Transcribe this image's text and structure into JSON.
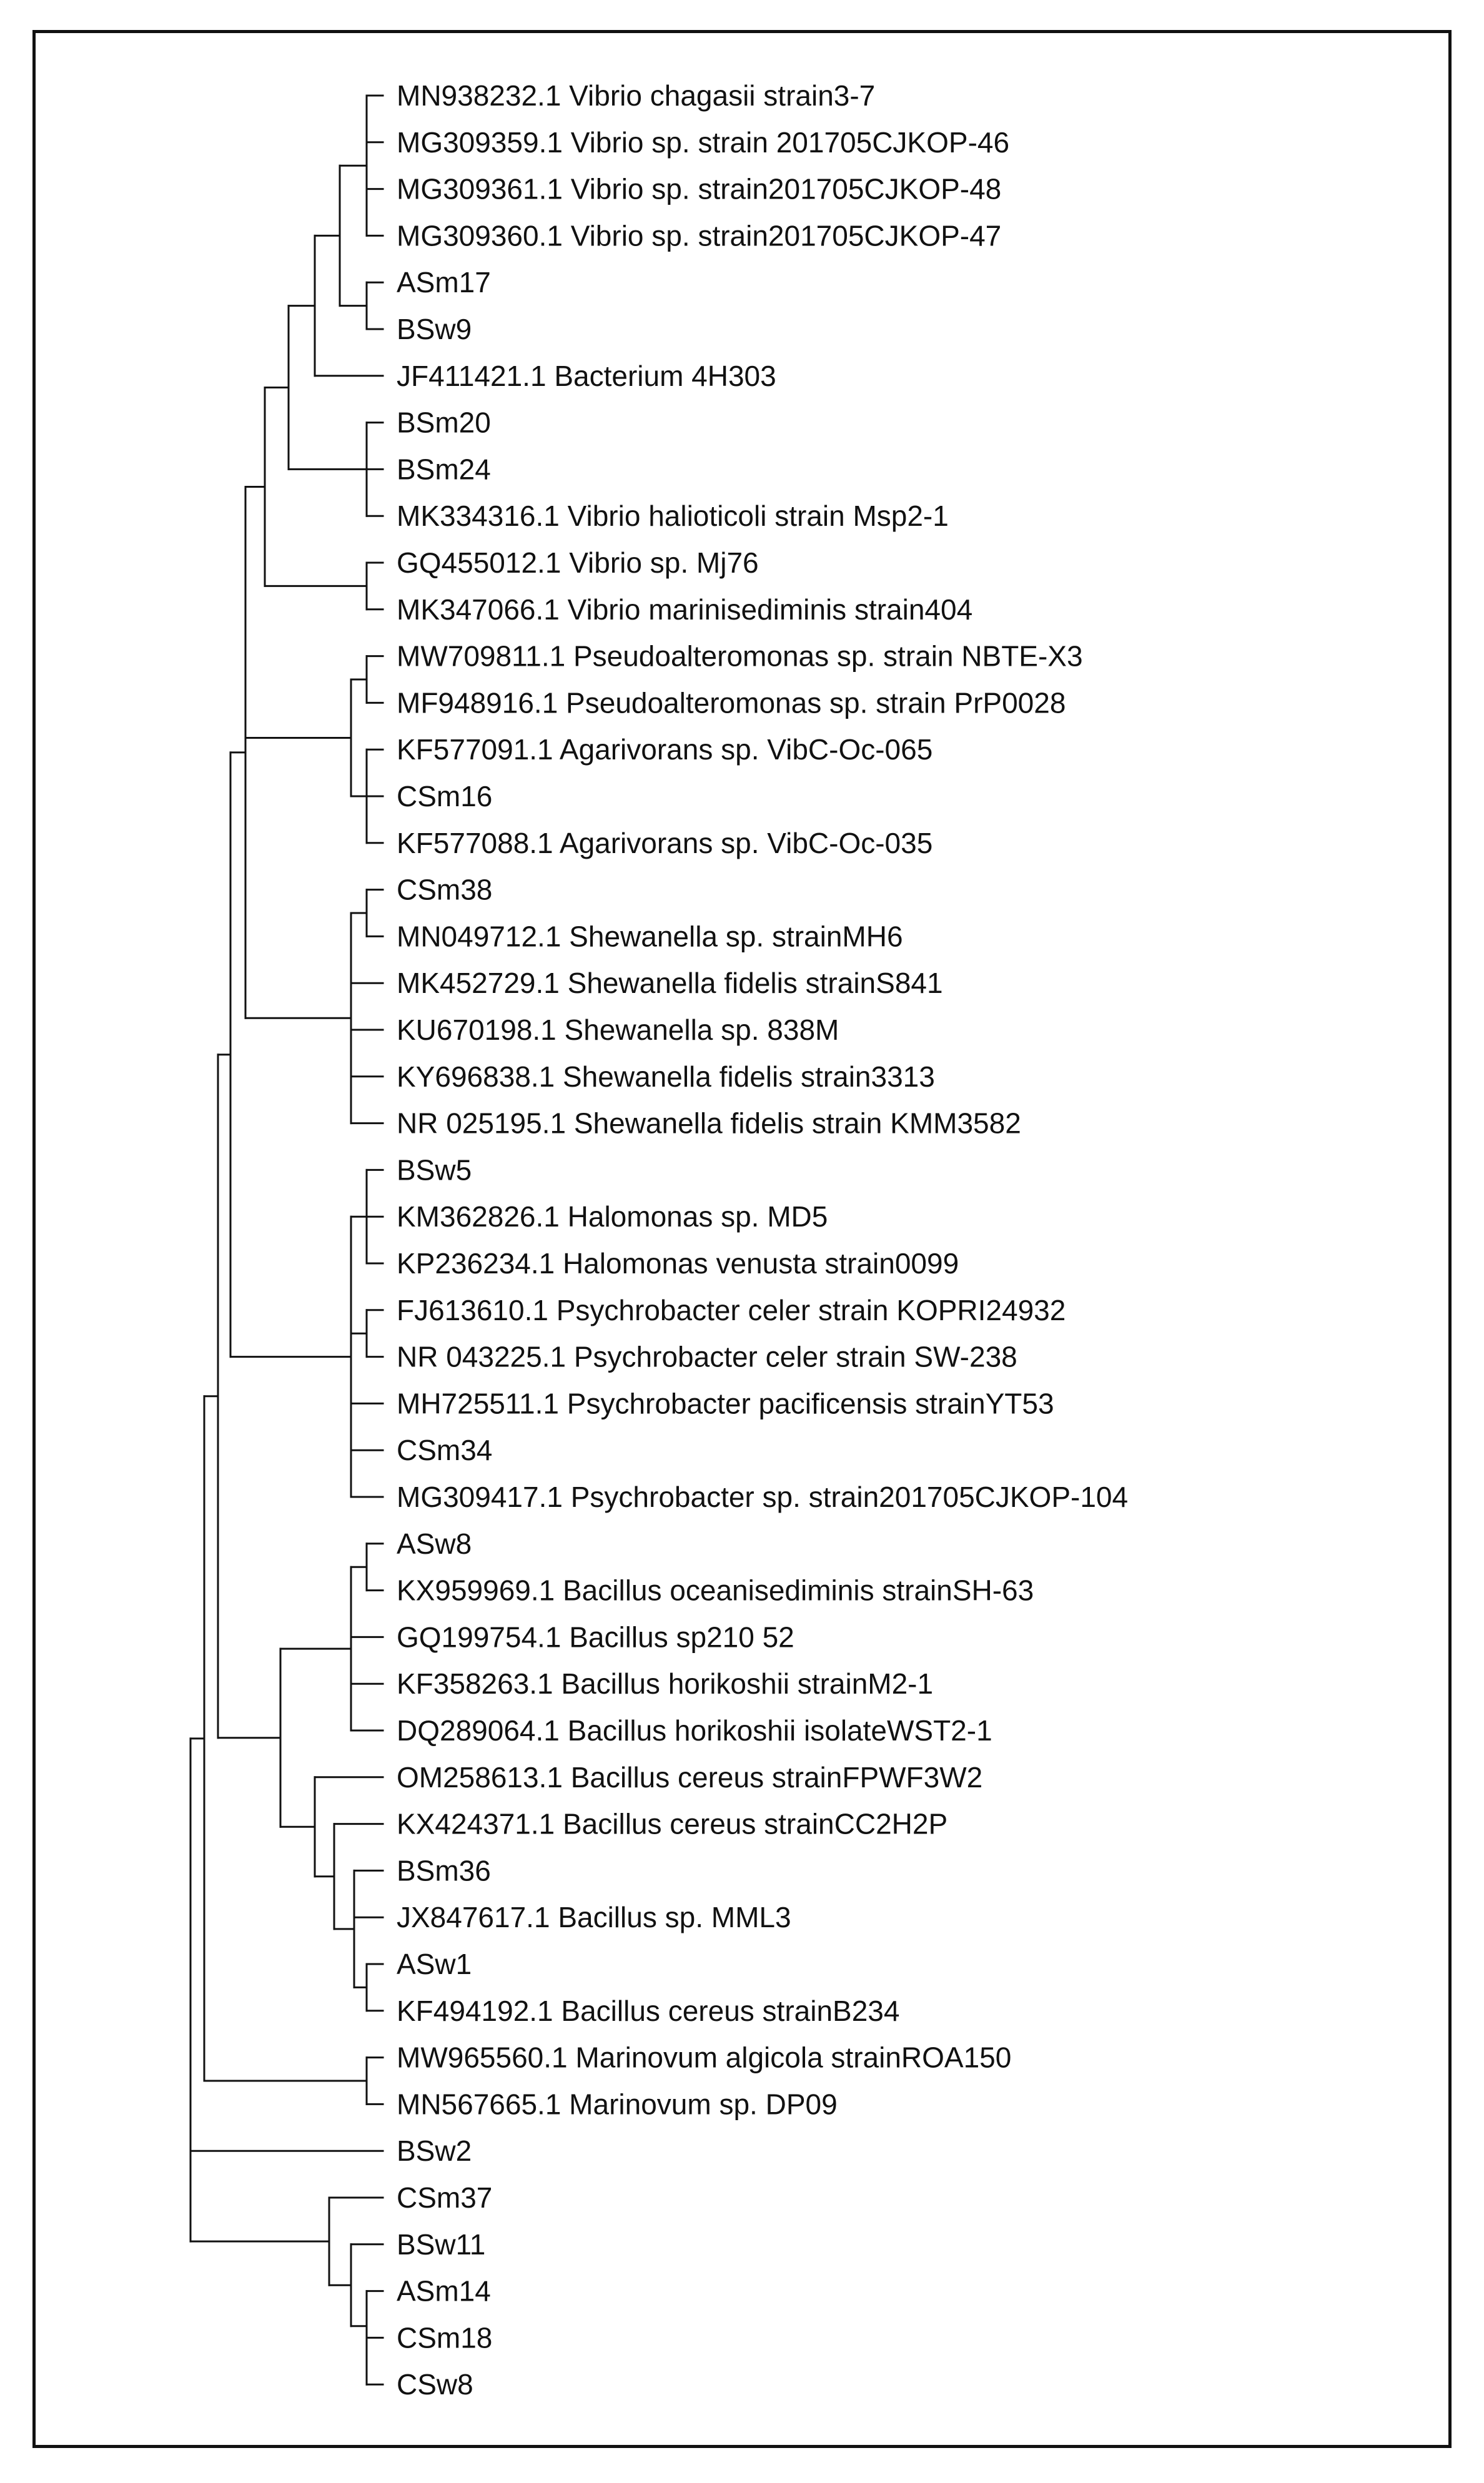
{
  "tree": {
    "line_color": "#111111",
    "text_color": "#111111",
    "taxa": [
      "MN938232.1 Vibrio chagasii strain3-7",
      "MG309359.1 Vibrio sp. strain 201705CJKOP-46",
      "MG309361.1 Vibrio sp. strain201705CJKOP-48",
      "MG309360.1 Vibrio sp. strain201705CJKOP-47",
      "ASm17",
      "BSw9",
      "JF411421.1 Bacterium 4H303",
      "BSm20",
      "BSm24",
      "MK334316.1 Vibrio halioticoli strain Msp2-1",
      "GQ455012.1 Vibrio sp. Mj76",
      "MK347066.1 Vibrio marinisediminis strain404",
      "MW709811.1 Pseudoalteromonas sp. strain NBTE-X3",
      "MF948916.1 Pseudoalteromonas sp. strain PrP0028",
      "KF577091.1 Agarivorans sp. VibC-Oc-065",
      "CSm16",
      "KF577088.1 Agarivorans sp. VibC-Oc-035",
      "CSm38",
      "MN049712.1 Shewanella sp. strainMH6",
      "MK452729.1 Shewanella fidelis strainS841",
      "KU670198.1 Shewanella sp. 838M",
      "KY696838.1 Shewanella fidelis strain3313",
      "NR 025195.1 Shewanella fidelis strain KMM3582",
      "BSw5",
      "KM362826.1 Halomonas sp. MD5",
      "KP236234.1 Halomonas venusta strain0099",
      "FJ613610.1 Psychrobacter celer strain KOPRI24932",
      "NR 043225.1 Psychrobacter celer strain SW-238",
      "MH725511.1 Psychrobacter pacificensis strainYT53",
      "CSm34",
      "MG309417.1 Psychrobacter sp. strain201705CJKOP-104",
      "ASw8",
      "KX959969.1 Bacillus oceanisediminis strainSH-63",
      "GQ199754.1 Bacillus sp210 52",
      "KF358263.1 Bacillus horikoshii strainM2-1",
      "DQ289064.1 Bacillus horikoshii isolateWST2-1",
      "OM258613.1 Bacillus cereus strainFPWF3W2",
      "KX424371.1 Bacillus cereus strainCC2H2P",
      "BSm36",
      "JX847617.1 Bacillus sp. MML3",
      "ASw1",
      "KF494192.1 Bacillus cereus strainB234",
      "MW965560.1 Marinovum algicola strainROA150",
      "MN567665.1 Marinovum sp. DP09",
      "BSw2",
      "CSm37",
      "BSw11",
      "ASm14",
      "CSm18",
      "CSw8"
    ]
  }
}
